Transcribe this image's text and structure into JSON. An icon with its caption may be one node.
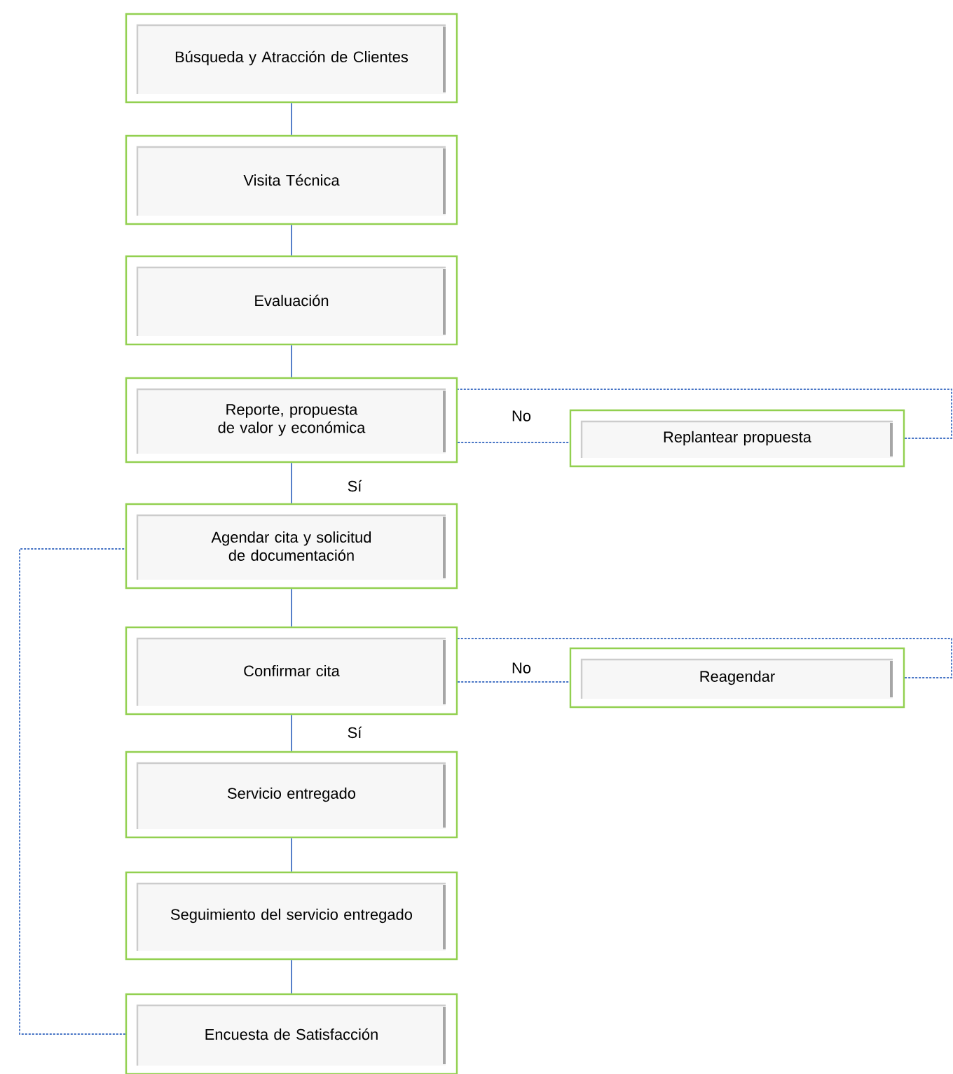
{
  "diagram": {
    "nodes": [
      {
        "text": [
          "Búsqueda y Atracción de Clientes"
        ]
      },
      {
        "text": [
          "Visita Técnica"
        ]
      },
      {
        "text": [
          "Evaluación"
        ]
      },
      {
        "text": [
          "Reporte, propuesta de valor y económica"
        ]
      },
      {
        "text": [
          "Agendar cita y solicitud de documentación"
        ]
      },
      {
        "text": [
          "Confirmar cita"
        ]
      },
      {
        "text": [
          "Servicio entregado"
        ]
      },
      {
        "text": [
          "Seguimiento del servicio entregado"
        ]
      },
      {
        "text": [
          "Encuesta de Satisfacción"
        ]
      },
      {
        "text": [
          "Replantear propuesta"
        ]
      },
      {
        "text": [
          "Reagendar"
        ]
      }
    ],
    "edges": [
      {
        "from": 0,
        "to": 1,
        "arrow": "none"
      },
      {
        "from": 1,
        "to": 2,
        "arrow": "none"
      },
      {
        "from": 2,
        "to": 3,
        "arrow": "none"
      },
      {
        "from": 3,
        "to": 4,
        "arrow": "none",
        "label": "Sí"
      },
      {
        "from": 4,
        "to": 5,
        "arrow": "none"
      },
      {
        "from": 5,
        "to": 6,
        "arrow": "none",
        "label": "Sí"
      },
      {
        "from": 6,
        "to": 7,
        "arrow": "none"
      },
      {
        "from": 7,
        "to": 8,
        "arrow": "none"
      },
      {
        "from": 3,
        "to": 9,
        "arrow": "none",
        "label": "No",
        "style": "dashed"
      },
      {
        "from": 9,
        "to": 3,
        "arrow": "none",
        "style": "dashed"
      },
      {
        "from": 5,
        "to": 10,
        "arrow": "none",
        "label": "No",
        "style": "dashed"
      },
      {
        "from": 10,
        "to": 5,
        "arrow": "none",
        "style": "dashed"
      },
      {
        "from": 8,
        "to": 4,
        "arrow": "none",
        "style": "dashed"
      }
    ]
  }
}
